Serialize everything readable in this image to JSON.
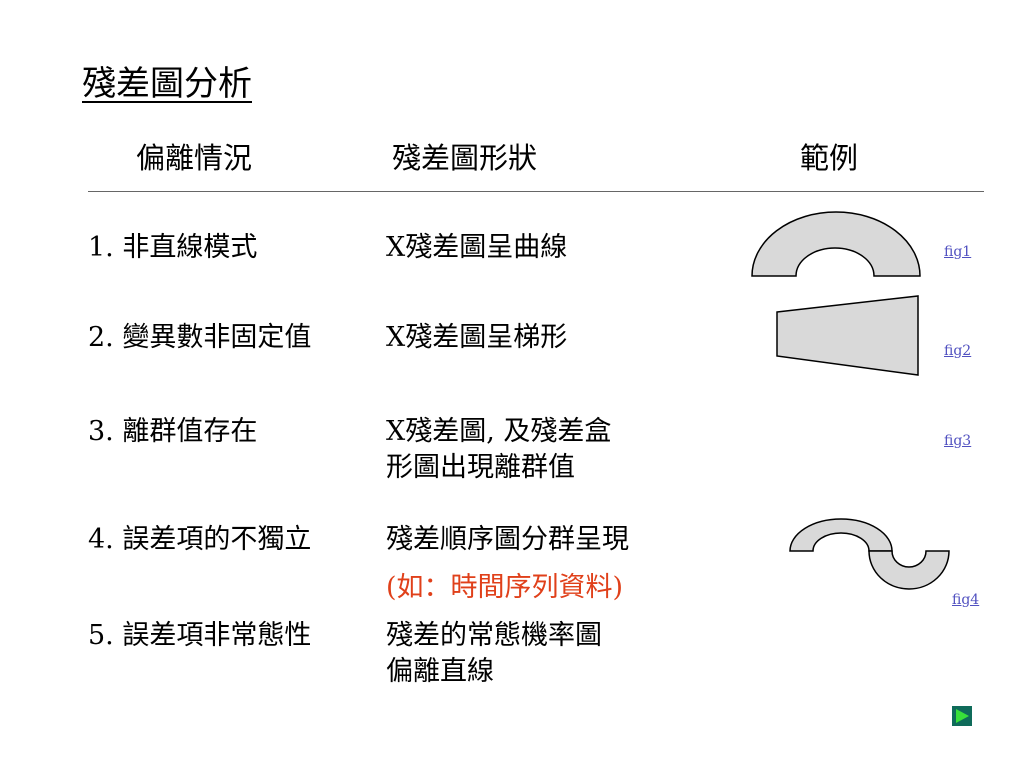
{
  "title": "殘差圖分析",
  "headers": {
    "deviation": "偏離情況",
    "shape": "殘差圖形狀",
    "example": "範例"
  },
  "rows": [
    {
      "item": "1. 非直線模式",
      "shape_lines": [
        "X殘差圖呈曲線"
      ],
      "link": "fig1"
    },
    {
      "item": "2. 變異數非固定值",
      "shape_lines": [
        "X殘差圖呈梯形"
      ],
      "link": "fig2"
    },
    {
      "item": "3. 離群值存在",
      "shape_lines": [
        "X殘差圖, 及殘差盒",
        "形圖出現離群值"
      ],
      "link": "fig3"
    },
    {
      "item": "4. 誤差項的不獨立",
      "shape_lines": [
        "殘差順序圖分群呈現"
      ],
      "note": "(如：時間序列資料)",
      "link": "fig4"
    },
    {
      "item": "5. 誤差項非常態性",
      "shape_lines": [
        "殘差的常態機率圖",
        "偏離直線"
      ]
    }
  ],
  "colors": {
    "shape_fill": "#d9d9d9",
    "note": "#e0401a",
    "link": "#5050c0",
    "nav_button": "#0f6b5a",
    "nav_arrow": "#38e03a"
  },
  "icons": {
    "next": "play-right-icon"
  }
}
